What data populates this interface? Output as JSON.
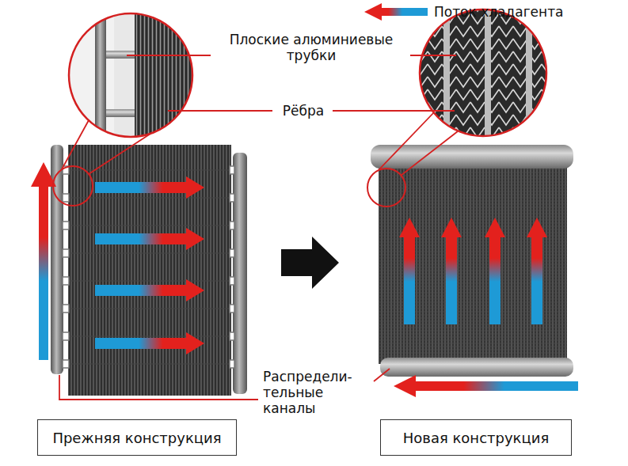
{
  "diagram": {
    "nodes": [
      {
        "text": [
          "Прежняя конструкция"
        ]
      },
      {
        "text": [
          "Новая конструкция"
        ]
      }
    ],
    "labels": [
      "Плоские алюминиевые трубки",
      "Рёбра",
      "Распредели- тельные каналы"
    ],
    "legend": [
      {
        "text": "Поток хладагента"
      }
    ]
  }
}
